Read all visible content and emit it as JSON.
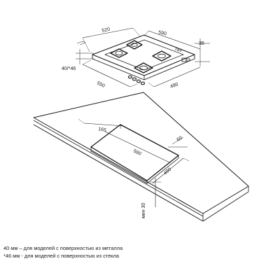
{
  "cooktop": {
    "width_top": "520",
    "width_right": "590",
    "gas_label": "газ",
    "height_small": "35",
    "thickness": "40/*46",
    "depth_left": "550",
    "depth_right": "490"
  },
  "cutout": {
    "edge_offset": "165",
    "width": "560",
    "side_offset": "60",
    "depth": "490",
    "min_clearance": "мин 30"
  },
  "notes": [
    "40 мм – для моделей с поверхностью  из металла",
    "*46 мм - для моделей с поверхностью  из стекла"
  ]
}
